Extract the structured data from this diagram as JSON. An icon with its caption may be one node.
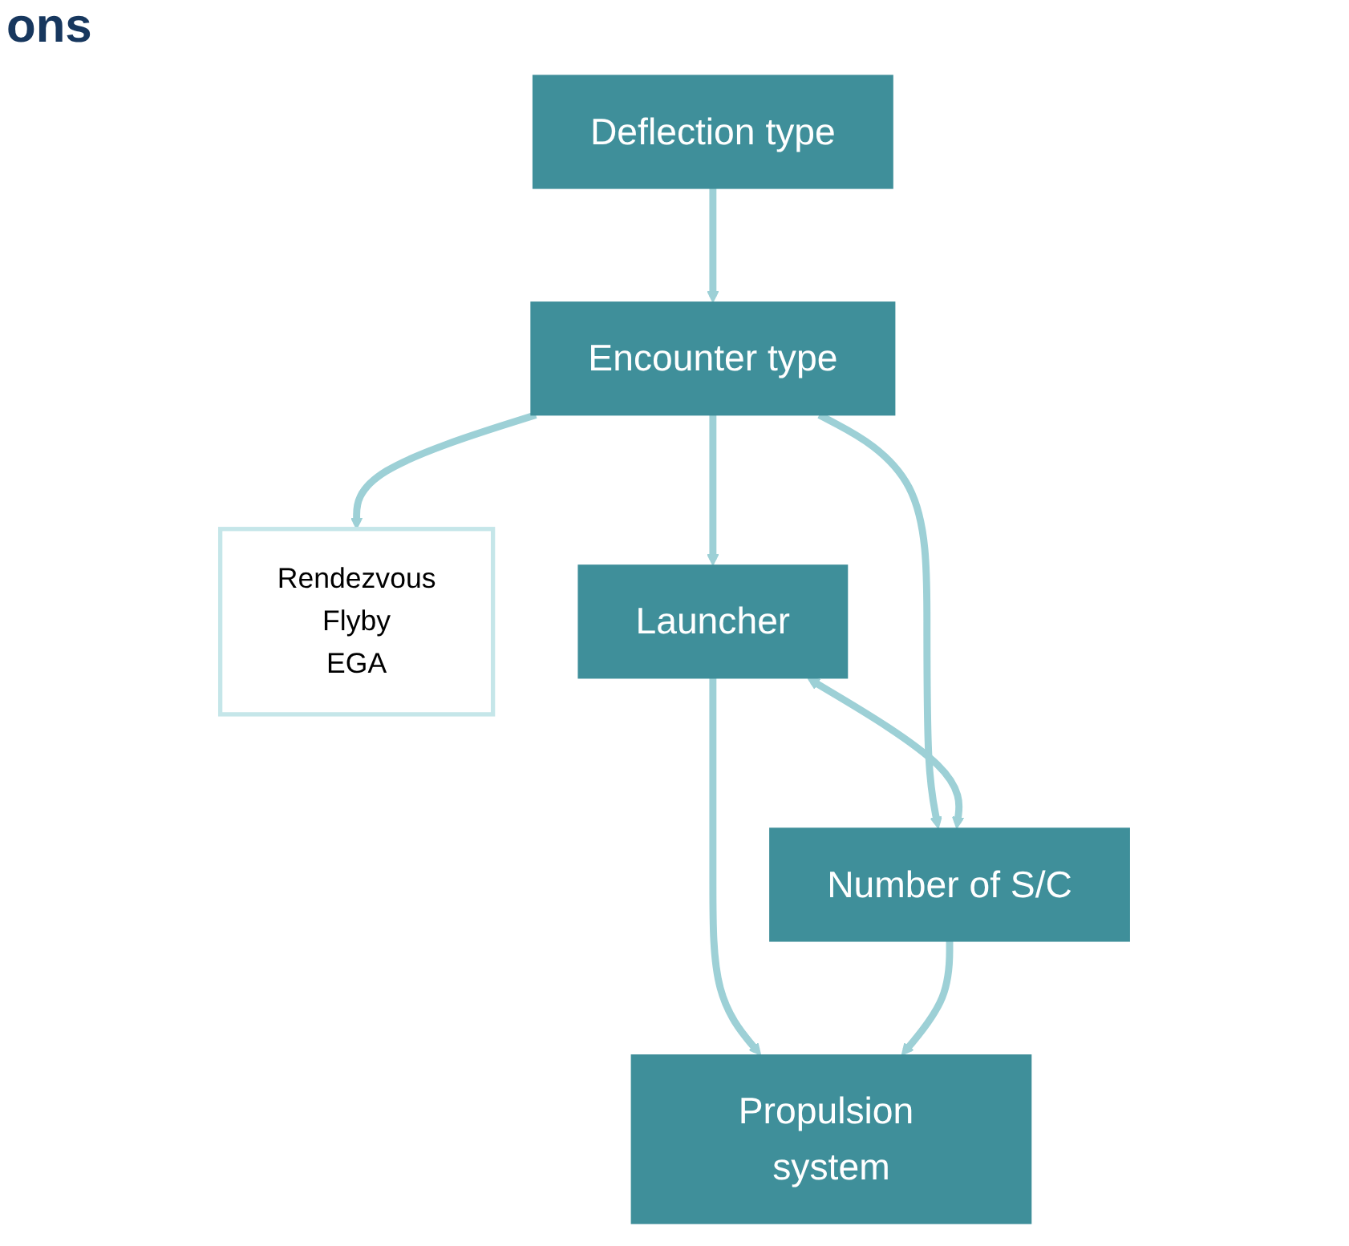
{
  "diagram": {
    "title": "ons",
    "nodes": [
      {
        "text": [
          "Deflection type"
        ]
      },
      {
        "text": [
          "Encounter type"
        ]
      },
      {
        "text": [
          "Rendezvous",
          "Flyby",
          "EGA"
        ]
      },
      {
        "text": [
          "Launcher"
        ]
      },
      {
        "text": [
          "Number of S/C"
        ]
      },
      {
        "text": [
          "Propulsion system"
        ]
      }
    ],
    "edges": [
      {
        "from": 0,
        "to": 1,
        "arrow": "to"
      },
      {
        "from": 1,
        "to": 2,
        "arrow": "to"
      },
      {
        "from": 1,
        "to": 3,
        "arrow": "to"
      },
      {
        "from": 1,
        "to": 4,
        "arrow": "to"
      },
      {
        "from": 3,
        "to": 4,
        "arrow": "both"
      },
      {
        "from": 3,
        "to": 5,
        "arrow": "to"
      },
      {
        "from": 4,
        "to": 5,
        "arrow": "to"
      }
    ]
  }
}
